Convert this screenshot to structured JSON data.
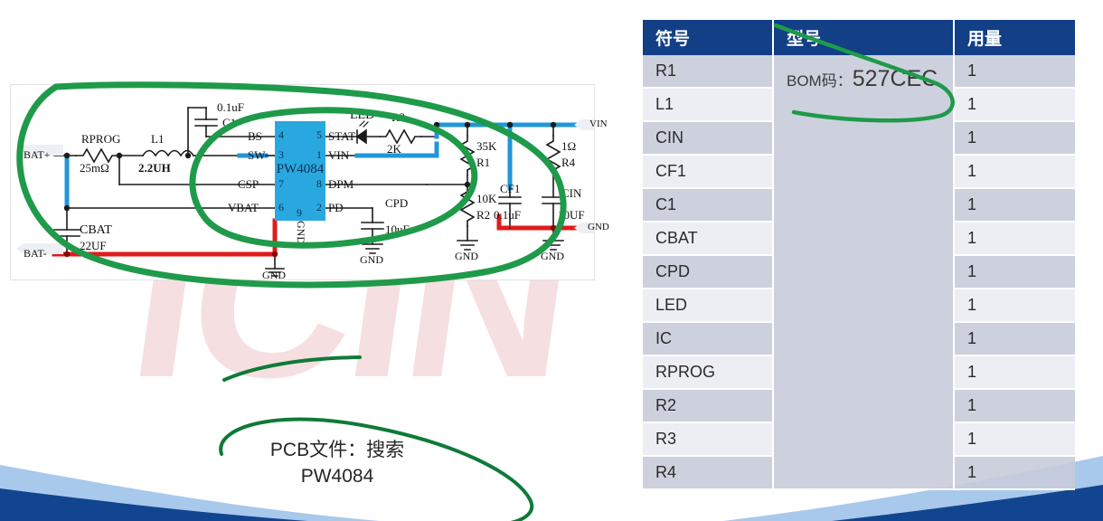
{
  "watermark": {
    "text": "ICIN"
  },
  "bom": {
    "headers": [
      "符号",
      "型号",
      "用量"
    ],
    "model_note_prefix": "BOM码：",
    "model_note_code": "527CEC",
    "rows": [
      {
        "symbol": "R1",
        "model": "",
        "qty": "1"
      },
      {
        "symbol": "L1",
        "model": "",
        "qty": "1"
      },
      {
        "symbol": "CIN",
        "model": "",
        "qty": "1"
      },
      {
        "symbol": "CF1",
        "model": "",
        "qty": "1"
      },
      {
        "symbol": "C1",
        "model": "",
        "qty": "1"
      },
      {
        "symbol": "CBAT",
        "model": "",
        "qty": "1"
      },
      {
        "symbol": "CPD",
        "model": "",
        "qty": "1"
      },
      {
        "symbol": "LED",
        "model": "",
        "qty": "1"
      },
      {
        "symbol": "IC",
        "model": "",
        "qty": "1"
      },
      {
        "symbol": "RPROG",
        "model": "",
        "qty": "1"
      },
      {
        "symbol": "R2",
        "model": "",
        "qty": "1"
      },
      {
        "symbol": "R3",
        "model": "",
        "qty": "1"
      },
      {
        "symbol": "R4",
        "model": "",
        "qty": "1"
      }
    ]
  },
  "pcb_note": {
    "line1": "PCB文件：搜索",
    "line2": "PW4084"
  },
  "circuit": {
    "ic": {
      "name": "PW4084",
      "pins_left": [
        {
          "num": "4",
          "label": "BS"
        },
        {
          "num": "3",
          "label": "SW"
        },
        {
          "num": "7",
          "label": "CSP"
        },
        {
          "num": "6",
          "label": "VBAT"
        }
      ],
      "pins_right": [
        {
          "num": "5",
          "label": "STAT"
        },
        {
          "num": "1",
          "label": "VIN"
        },
        {
          "num": "8",
          "label": "DPM"
        },
        {
          "num": "2",
          "label": "PD"
        }
      ],
      "pin_bottom": {
        "num": "9",
        "label": "GND"
      }
    },
    "ports": [
      {
        "name": "BAT+",
        "color": "#2196d9"
      },
      {
        "name": "BAT-",
        "color": "#e01b1b"
      },
      {
        "name": "VIN",
        "color": "#2196d9"
      },
      {
        "name": "GND",
        "color": "#e01b1b"
      }
    ],
    "components": [
      {
        "ref": "RPROG",
        "value": "25mΩ"
      },
      {
        "ref": "L1",
        "value": "2.2UH"
      },
      {
        "ref": "CBAT",
        "value": "22UF"
      },
      {
        "ref": "C1",
        "value": "0.1uF"
      },
      {
        "ref": "CPD",
        "value": "10uF"
      },
      {
        "ref": "LED",
        "value": ""
      },
      {
        "ref": "R3",
        "value": "2K"
      },
      {
        "ref": "R1",
        "value": "35K"
      },
      {
        "ref": "R2",
        "value": "10K"
      },
      {
        "ref": "CF1",
        "value": "0.1uF"
      },
      {
        "ref": "CIN",
        "value": "10UF"
      },
      {
        "ref": "R4",
        "value": "1Ω"
      }
    ],
    "gnd_labels": [
      "GND",
      "GND",
      "GND",
      "GND"
    ]
  },
  "colors": {
    "header_blue": "#123f86",
    "ic_blue": "#29a8e0",
    "wire_blue": "#2196d9",
    "wire_red": "#e01b1b",
    "annotation_green": "#1f9a4a",
    "watermark_pink": "#f6dfe1"
  }
}
